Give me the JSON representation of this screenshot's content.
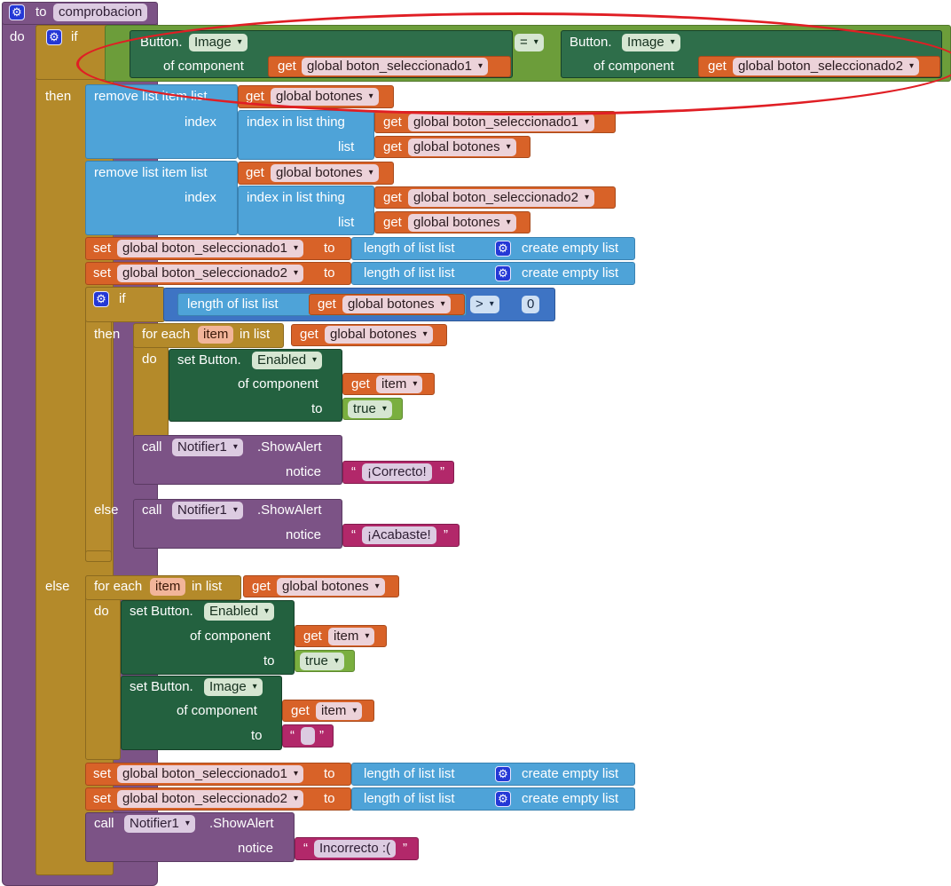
{
  "procedure": {
    "to": "to",
    "name": "comprobacion",
    "do": "do"
  },
  "if_block": {
    "if": "if",
    "then": "then",
    "else": "else"
  },
  "compare": {
    "left_button": "Button.",
    "left_prop": "Image",
    "left_of": "of component",
    "get": "get",
    "left_var": "global boton_seleccionado1",
    "op": "=",
    "right_button": "Button.",
    "right_prop": "Image",
    "right_of": "of component",
    "right_var": "global boton_seleccionado2"
  },
  "remove1": {
    "label": "remove list item  list",
    "get": "get",
    "list_var": "global botones",
    "index": "index",
    "index_in_list": "index in list  thing",
    "thing_var": "global boton_seleccionado1",
    "list": "list",
    "list2_var": "global botones"
  },
  "remove2": {
    "label": "remove list item  list",
    "get": "get",
    "list_var": "global botones",
    "index": "index",
    "index_in_list": "index in list  thing",
    "thing_var": "global boton_seleccionado2",
    "list": "list",
    "list2_var": "global botones"
  },
  "set1": {
    "set": "set",
    "var": "global boton_seleccionado1",
    "to": "to",
    "length": "length of list  list",
    "create": "create empty list"
  },
  "set2": {
    "set": "set",
    "var": "global boton_seleccionado2",
    "to": "to",
    "length": "length of list  list",
    "create": "create empty list"
  },
  "inner_if": {
    "if": "if",
    "length": "length of list  list",
    "get": "get",
    "var": "global botones",
    "op": ">",
    "num": "0",
    "then": "then",
    "else": "else"
  },
  "foreach1": {
    "for_each": "for each",
    "item": "item",
    "in_list": "in list",
    "get": "get",
    "var": "global botones",
    "do": "do",
    "set_button": "set Button.",
    "prop": "Enabled",
    "of_component": "of component",
    "item_var": "item",
    "to": "to",
    "true": "true"
  },
  "alert1": {
    "call": "call",
    "notifier": "Notifier1",
    "method": ".ShowAlert",
    "notice": "notice",
    "text": "¡Correcto!",
    "q_open": "“",
    "q_close": "”"
  },
  "alert2": {
    "call": "call",
    "notifier": "Notifier1",
    "method": ".ShowAlert",
    "notice": "notice",
    "text": "¡Acabaste!",
    "q_open": "“",
    "q_close": "”"
  },
  "foreach2": {
    "for_each": "for each",
    "item": "item",
    "in_list": "in list",
    "get": "get",
    "var": "global botones",
    "do": "do",
    "set_button": "set Button.",
    "prop": "Enabled",
    "of_component": "of component",
    "item_var": "item",
    "to": "to",
    "true": "true",
    "set_button2": "set Button.",
    "prop2": "Image",
    "of_component2": "of component",
    "item_var2": "item",
    "to2": "to",
    "q_open": "“",
    "q_close": "”"
  },
  "set3": {
    "set": "set",
    "var": "global boton_seleccionado1",
    "to": "to",
    "length": "length of list  list",
    "create": "create empty list"
  },
  "set4": {
    "set": "set",
    "var": "global boton_seleccionado2",
    "to": "to",
    "length": "length of list  list",
    "create": "create empty list"
  },
  "alert3": {
    "call": "call",
    "notifier": "Notifier1",
    "method": ".ShowAlert",
    "notice": "notice",
    "text": "Incorrecto :(",
    "q_open": "“",
    "q_close": "”"
  },
  "icons": {
    "gear": "gear-icon",
    "dropdown": "chevron-down-icon"
  },
  "colors": {
    "procedure": "#7c5386",
    "control": "#b48a2a",
    "logic": "#6c9d3a",
    "lists": "#4ea3d8",
    "math": "#3e74c4",
    "component": "#23613f",
    "variables": "#d86228",
    "text": "#b2286a",
    "annotation": "#e01e24"
  }
}
